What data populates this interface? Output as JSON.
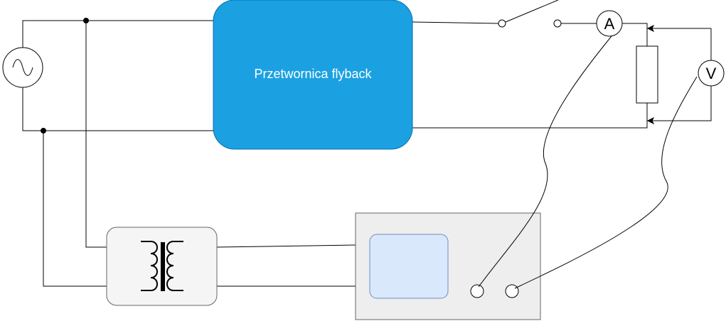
{
  "diagram": {
    "converter_label": "Przetwornica flyback",
    "ammeter_label": "A",
    "voltmeter_label": "V",
    "colors": {
      "converter_fill": "#1ba1e2",
      "converter_stroke": "#006eaf",
      "screen_fill": "#dae8fc",
      "screen_stroke": "#6c8ebf",
      "box_fill": "#f5f5f5",
      "scope_fill": "#eeeeee"
    }
  }
}
